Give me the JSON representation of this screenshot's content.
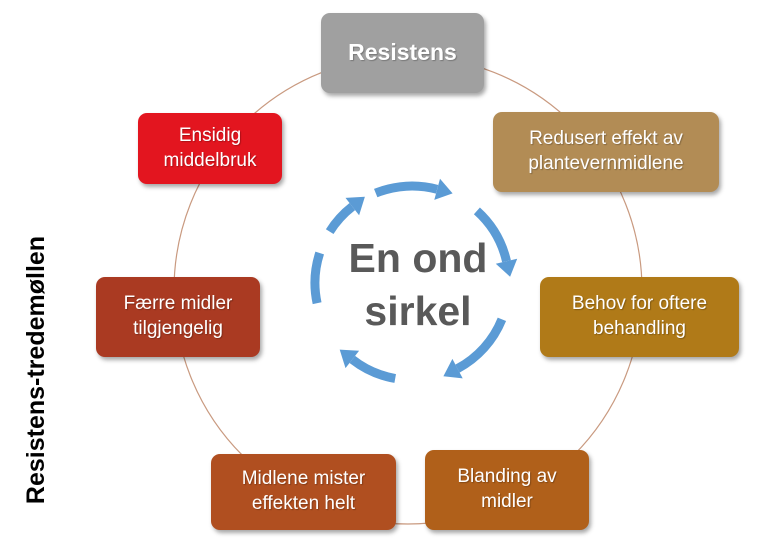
{
  "side_title": "Resistens-tredemøllen",
  "center": [
    "En ond",
    "sirkel"
  ],
  "nodes": [
    {
      "text": "Resistens",
      "color": "#a0a0a0"
    },
    {
      "text": "Redusert effekt av\nplantevernmidlene",
      "color": "#b28c55"
    },
    {
      "text": "Behov for oftere\nbehandling",
      "color": "#b07a18"
    },
    {
      "text": "Blanding av\nmidler",
      "color": "#b0601a"
    },
    {
      "text": "Midlene mister\neffekten helt",
      "color": "#b04f20"
    },
    {
      "text": "Færre midler\ntilgjengelig",
      "color": "#aa3a22"
    },
    {
      "text": "Ensidig\nmiddelbruk",
      "color": "#e3151f"
    }
  ],
  "colors": {
    "circle": "#c99a80",
    "arrow": "#5b9bd5",
    "center_text": "#595959"
  }
}
